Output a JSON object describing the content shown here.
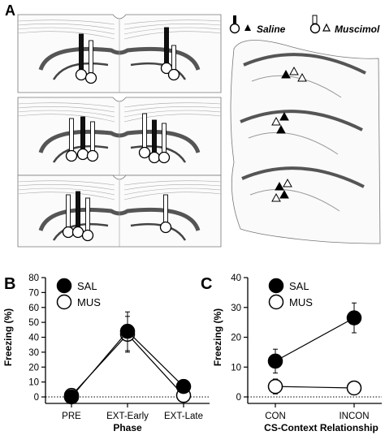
{
  "panels": {
    "a": "A",
    "b": "B",
    "c": "C"
  },
  "legend_a": {
    "saline": "Saline",
    "muscimol": "Muscimol"
  },
  "chart_data": [
    {
      "type": "line",
      "panel": "B",
      "xlabel": "Phase",
      "ylabel": "Freezing (%)",
      "categories": [
        "PRE",
        "EXT-Early",
        "EXT-Late"
      ],
      "ylim": [
        0,
        80
      ],
      "yticks": [
        0,
        10,
        20,
        30,
        40,
        50,
        60,
        70,
        80
      ],
      "reference_line": 0,
      "legend_position": "top-left",
      "series": [
        {
          "name": "SAL",
          "fill": "#000000",
          "values": [
            0,
            44,
            7
          ],
          "err": [
            0.5,
            13,
            1.5
          ]
        },
        {
          "name": "MUS",
          "fill": "#ffffff",
          "values": [
            1,
            42,
            1
          ],
          "err": [
            0.5,
            12,
            0.5
          ]
        }
      ]
    },
    {
      "type": "line",
      "panel": "C",
      "xlabel": "CS-Context Relationship",
      "ylabel": "Freezing (%)",
      "categories": [
        "CON",
        "INCON"
      ],
      "ylim": [
        0,
        40
      ],
      "yticks": [
        0,
        10,
        20,
        30,
        40
      ],
      "reference_line": 0,
      "legend_position": "top-left",
      "series": [
        {
          "name": "SAL",
          "fill": "#000000",
          "values": [
            12,
            26.5
          ],
          "err": [
            4,
            5
          ]
        },
        {
          "name": "MUS",
          "fill": "#ffffff",
          "values": [
            3.5,
            3
          ],
          "err": [
            2.5,
            1.5
          ]
        }
      ]
    }
  ]
}
